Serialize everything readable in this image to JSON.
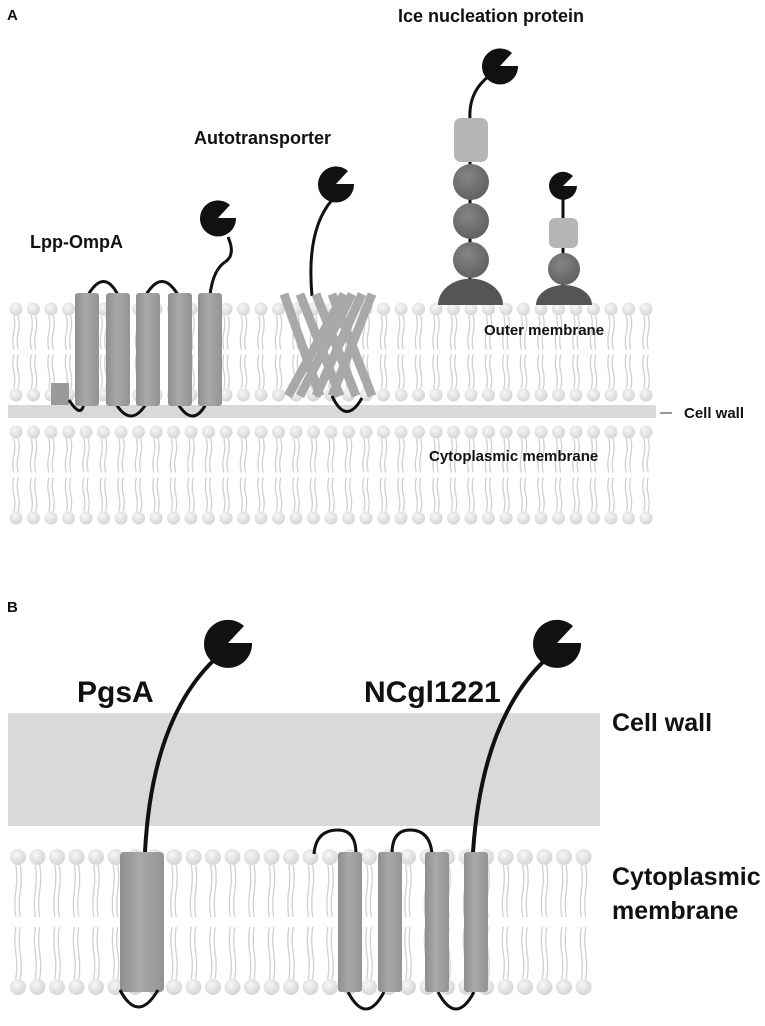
{
  "panelA": {
    "letter": "A",
    "labels": {
      "ice": "Ice nucleation protein",
      "auto": "Autotransporter",
      "lpp": "Lpp-OmpA",
      "outer": "Outer membrane",
      "cellwall": "Cell wall",
      "cyto": "Cytoplasmic membrane"
    }
  },
  "panelB": {
    "letter": "B",
    "labels": {
      "pgsa": "PgsA",
      "ncgl": "NCgl1221",
      "cellwall": "Cell wall",
      "cyto1": "Cytoplasmic",
      "cyto2": "membrane"
    }
  },
  "colors": {
    "protein": "#a0a0a0",
    "protein_dark": "#6e6e6e",
    "domain_light": "#b5b5b5",
    "anchor": "#555555",
    "pacman": "#111111",
    "cell_wall": "#d9d9d9",
    "lipid_head": "#e3e3e3"
  }
}
